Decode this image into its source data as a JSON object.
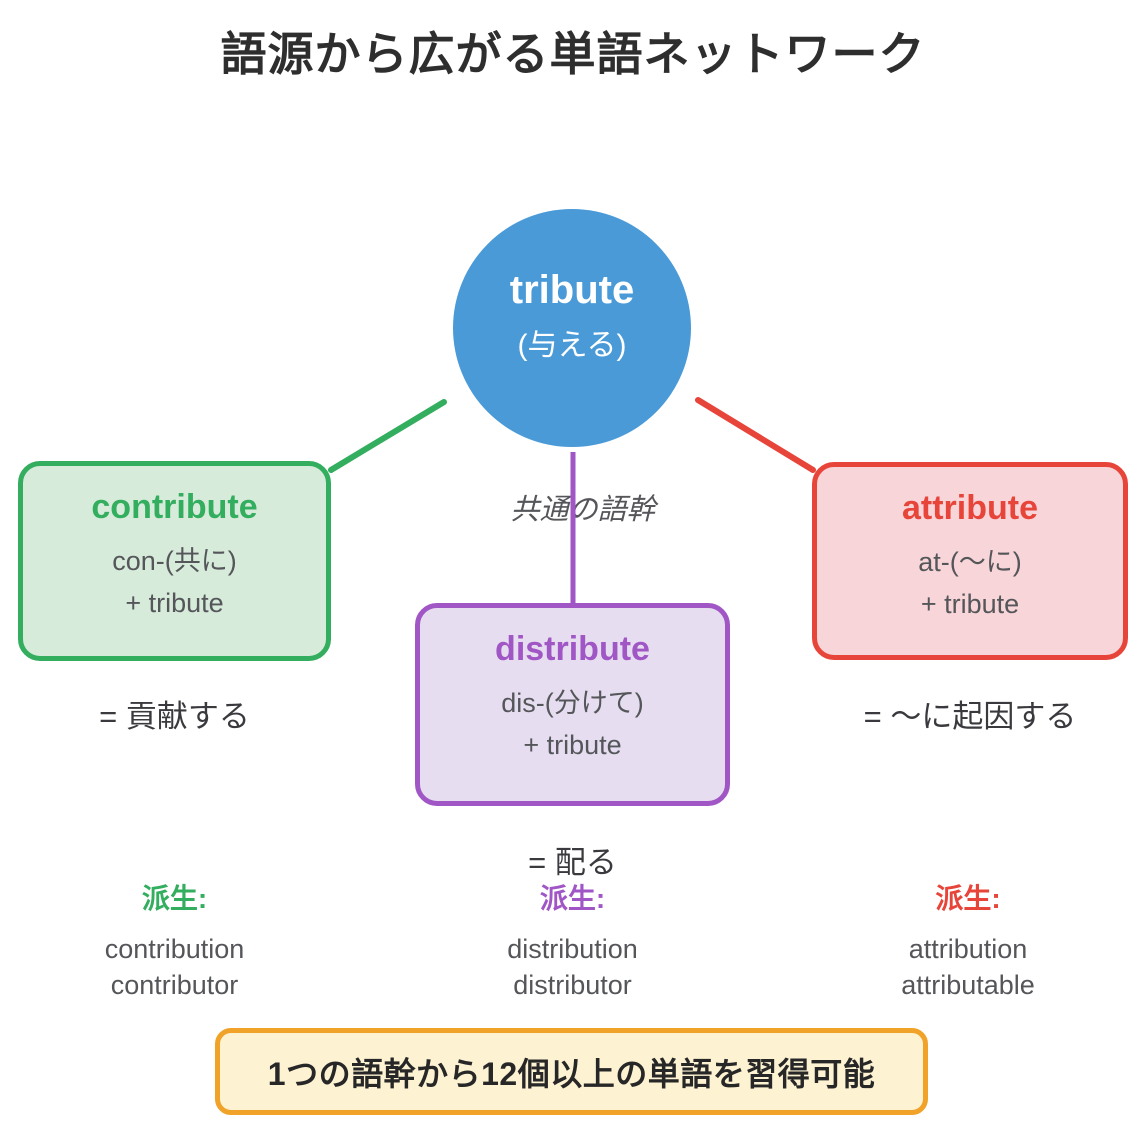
{
  "title": "語源から広がる単語ネットワーク",
  "root_node": {
    "word": "tribute",
    "gloss": "(与える)"
  },
  "stem_caption": "共通の語幹",
  "nodes": [
    {
      "word": "contribute",
      "parts_line1": "con-(共に)",
      "parts_line2": "+ tribute",
      "meaning": "= 貢献する",
      "derived_label": "派生:",
      "derived": [
        "contribution",
        "contributor"
      ]
    },
    {
      "word": "distribute",
      "parts_line1": "dis-(分けて)",
      "parts_line2": "+ tribute",
      "meaning": "= 配る",
      "derived_label": "派生:",
      "derived": [
        "distribution",
        "distributor"
      ]
    },
    {
      "word": "attribute",
      "parts_line1": "at-(〜に)",
      "parts_line2": "+ tribute",
      "meaning": "= 〜に起因する",
      "derived_label": "派生:",
      "derived": [
        "attribution",
        "attributable"
      ]
    }
  ],
  "footer": {
    "text": "1つの語幹から12個以上の単語を習得可能"
  },
  "colors": {
    "blue": "#4a9ad8",
    "green": "#33ad5e",
    "green_bg": "#d7ebdb",
    "purple": "#a156c5",
    "purple_bg": "#e6def0",
    "red": "#e8453a",
    "red_bg": "#f8d5d8",
    "orange": "#f0a229",
    "yellow_bg": "#fdf3d3",
    "body_gray": "#55565a",
    "dark": "#2e2e2e"
  }
}
